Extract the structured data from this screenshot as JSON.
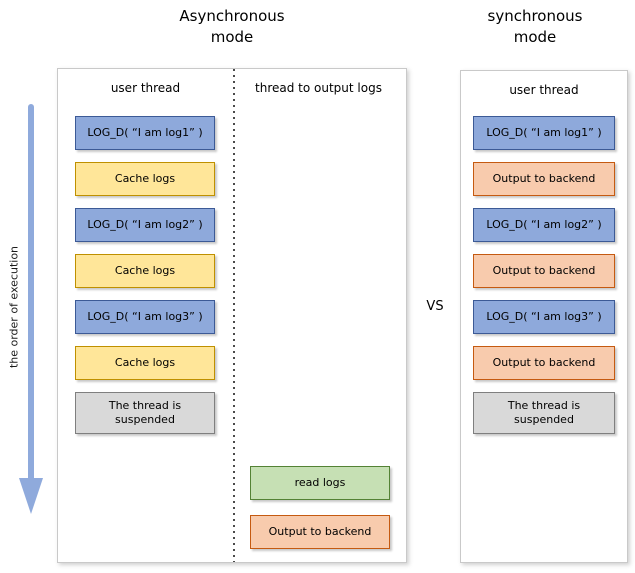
{
  "titles": {
    "left": {
      "line1": "Asynchronous",
      "line2": "mode"
    },
    "right": {
      "line1": "synchronous",
      "line2": "mode"
    }
  },
  "vs_label": "VS",
  "order_axis": {
    "label": "the order of execution",
    "arrow_color": "#8FAADC"
  },
  "colors": {
    "blue": {
      "fill": "#8EA9DB",
      "border": "#3C5A96"
    },
    "yellow": {
      "fill": "#FFE699",
      "border": "#BF9000"
    },
    "orange": {
      "fill": "#F8CBAD",
      "border": "#C55A11"
    },
    "green": {
      "fill": "#C6E0B4",
      "border": "#548235"
    },
    "gray": {
      "fill": "#D9D9D9",
      "border": "#7F7F7F"
    }
  },
  "async_panel": {
    "user_thread": {
      "header": "user thread",
      "boxes": [
        {
          "label": "LOG_D( “I am log1” )",
          "type": "blue"
        },
        {
          "label": "Cache logs",
          "type": "yellow"
        },
        {
          "label": "LOG_D( “I am log2” )",
          "type": "blue"
        },
        {
          "label": "Cache logs",
          "type": "yellow"
        },
        {
          "label": "LOG_D( “I am log3” )",
          "type": "blue"
        },
        {
          "label": "Cache logs",
          "type": "yellow"
        },
        {
          "label": "The thread is suspended",
          "type": "gray",
          "two_line": true
        }
      ]
    },
    "output_thread": {
      "header": "thread to output logs",
      "boxes": [
        {
          "label": "read logs",
          "type": "green"
        },
        {
          "label": "Output to backend",
          "type": "orange"
        }
      ]
    }
  },
  "sync_panel": {
    "header": "user thread",
    "boxes": [
      {
        "label": "LOG_D( “I am log1” )",
        "type": "blue"
      },
      {
        "label": "Output to backend",
        "type": "orange"
      },
      {
        "label": "LOG_D( “I am log2” )",
        "type": "blue"
      },
      {
        "label": "Output to backend",
        "type": "orange"
      },
      {
        "label": "LOG_D( “I am log3” )",
        "type": "blue"
      },
      {
        "label": "Output to backend",
        "type": "orange"
      },
      {
        "label": "The thread is suspended",
        "type": "gray",
        "two_line": true
      }
    ]
  }
}
